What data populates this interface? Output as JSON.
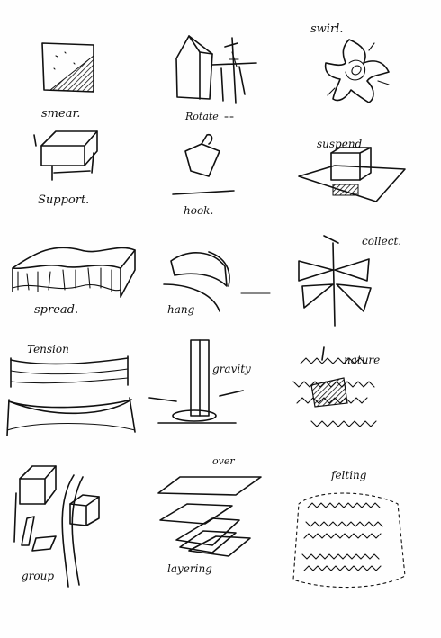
{
  "sheet": {
    "labels": {
      "smear": "smear.",
      "rotate": "Rotate",
      "swirl": "swirl.",
      "support": "Support.",
      "hook": "hook.",
      "suspend": "suspend",
      "spread": "spread.",
      "hang": "hang",
      "collect": "collect.",
      "tension": "Tension",
      "gravity": "gravity",
      "nature": "nature",
      "group": "group",
      "layering": "layering",
      "over": "over",
      "felting": "felting"
    }
  }
}
